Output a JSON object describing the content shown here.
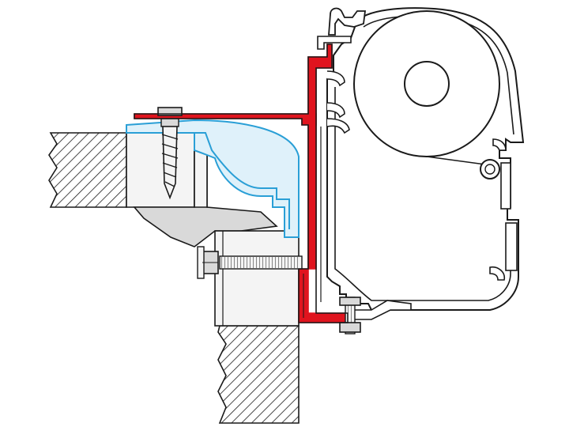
{
  "diagram": {
    "type": "technical-line-drawing",
    "colors": {
      "background": "#ffffff",
      "outline": "#1a1a1a",
      "adapter_bracket": "#e0141e",
      "seal_strip": "#2a9fd6",
      "seal_fill": "#dff1fa",
      "metal_part": "#f4f4f4",
      "metal_shadow": "#d9d9d9",
      "hatch": "#1a1a1a"
    },
    "parts": [
      "awning-cassette",
      "roller-tube",
      "adapter-bracket",
      "seal-strip",
      "roof-rail",
      "mounting-block",
      "wood-screw",
      "through-bolt",
      "nut-bolt",
      "roof-section",
      "wall-section"
    ]
  }
}
